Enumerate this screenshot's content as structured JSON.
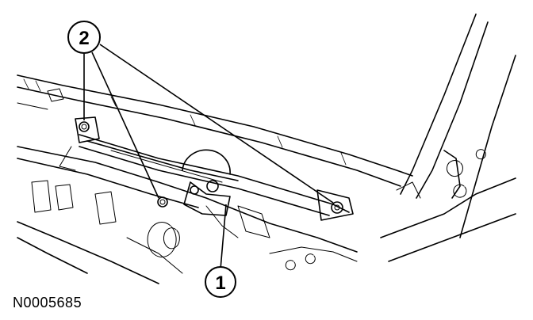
{
  "figure": {
    "id_label": "N0005685"
  },
  "callouts": [
    {
      "number": "1"
    },
    {
      "number": "2"
    }
  ]
}
